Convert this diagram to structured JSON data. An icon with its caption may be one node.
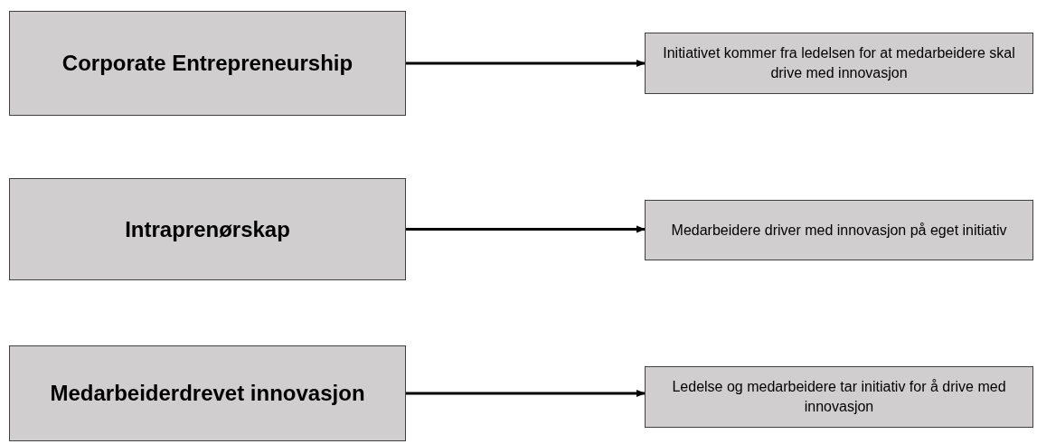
{
  "diagram": {
    "nodes": [
      {
        "text": [
          "Corporate Entrepreneurship"
        ]
      },
      {
        "text": [
          "Initiativet kommer fra ledelsen for at medarbeidere skal drive med innovasjon"
        ]
      },
      {
        "text": [
          "Intraprenørskap"
        ]
      },
      {
        "text": [
          "Medarbeidere driver med innovasjon på eget initiativ"
        ]
      },
      {
        "text": [
          "Medarbeiderdrevet innovasjon"
        ]
      },
      {
        "text": [
          "Ledelse og medarbeidere tar initiativ for å drive med innovasjon"
        ]
      }
    ],
    "edges": [
      {
        "from": 0,
        "to": 1,
        "arrow": "to"
      },
      {
        "from": 2,
        "to": 3,
        "arrow": "to"
      },
      {
        "from": 4,
        "to": 5,
        "arrow": "to"
      }
    ]
  }
}
